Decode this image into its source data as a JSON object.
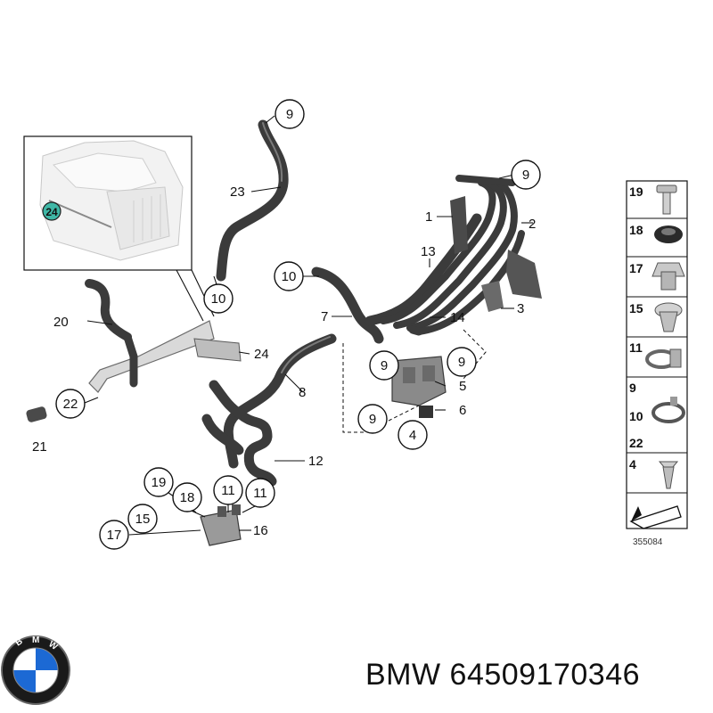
{
  "diagram": {
    "callouts": {
      "c1": "1",
      "c2": "2",
      "c3": "3",
      "c4": "4",
      "c5": "5",
      "c6": "6",
      "c7": "7",
      "c8": "8",
      "c9_top": "9",
      "c9_right": "9",
      "c9_mid_left": "9",
      "c9_mid_right": "9",
      "c9_low": "9",
      "c10_left": "10",
      "c10_center": "10",
      "c11_a": "11",
      "c11_b": "11",
      "c12": "12",
      "c13": "13",
      "c14": "14",
      "c15": "15",
      "c16": "16",
      "c17": "17",
      "c18": "18",
      "c19": "19",
      "c20": "20",
      "c21": "21",
      "c22": "22",
      "c23": "23",
      "c24": "24",
      "c24_inset": "24"
    },
    "legend": {
      "rows": [
        {
          "label": "19",
          "icon": "bolt-icon"
        },
        {
          "label": "18",
          "icon": "grommet-icon"
        },
        {
          "label": "17",
          "icon": "clip-icon"
        },
        {
          "label": "15",
          "icon": "grommet-cup-icon"
        },
        {
          "label": "11",
          "icon": "hose-clamp-icon"
        },
        {
          "label": "9",
          "label2": "10",
          "label3": "22",
          "icon": "spring-clamp-icon"
        },
        {
          "label": "4",
          "icon": "expanding-rivet-icon"
        },
        {
          "label": "",
          "icon": "arrow-icon"
        }
      ]
    },
    "reference_number": "355084",
    "colors": {
      "hose": "#3b3b3b",
      "inset_highlight": "#3fb7a6",
      "line": "#111111"
    }
  },
  "footer": {
    "text": "BMW 64509170346",
    "logo_icon": "bmw-roundel-icon"
  }
}
